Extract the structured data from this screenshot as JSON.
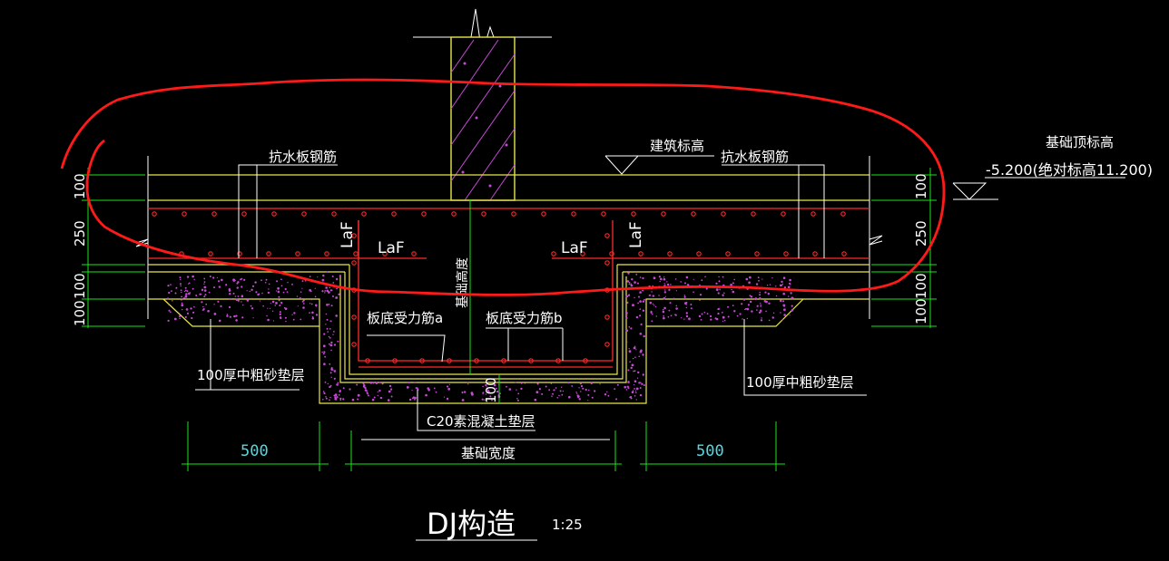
{
  "colors": {
    "background": "#000000",
    "rebar": "#ff2b2b",
    "outline": "#e8e64a",
    "dimension": "#19e619",
    "hatch": "#c64ad6",
    "markup": "#ff1a1a",
    "text": "#ffffff",
    "dimension_text": "#55d7e0"
  },
  "labels": {
    "anti_water_rebar_left": "抗水板钢筋",
    "anti_water_rebar_right": "抗水板钢筋",
    "building_elevation": "建筑标高",
    "foundation_top_elevation": "基础顶标高",
    "elevation_value": "-5.200(绝对标高11.200)",
    "laf_left_vertical": "LaF",
    "laf_left_horizontal": "LaF",
    "laf_right_horizontal": "LaF",
    "laf_right_vertical": "LaF",
    "foundation_height": "基础高度",
    "slab_bottom_rebar_a": "板底受力筋a",
    "slab_bottom_rebar_b": "板底受力筋b",
    "sand_cushion_left": "100厚中粗砂垫层",
    "sand_cushion_right": "100厚中粗砂垫层",
    "concrete_cushion": "C20素混凝土垫层",
    "foundation_width": "基础宽度",
    "drawing_title": "DJ构造",
    "scale": "1:25"
  },
  "dimensions": {
    "left_stack": [
      "100",
      "250",
      "100",
      "100"
    ],
    "right_stack": [
      "100",
      "250",
      "100",
      "100"
    ],
    "cushion_thickness": "100",
    "bottom_left": "500",
    "bottom_right": "500"
  },
  "markup": {
    "freehand_circle_color": "#ff1a1a"
  }
}
